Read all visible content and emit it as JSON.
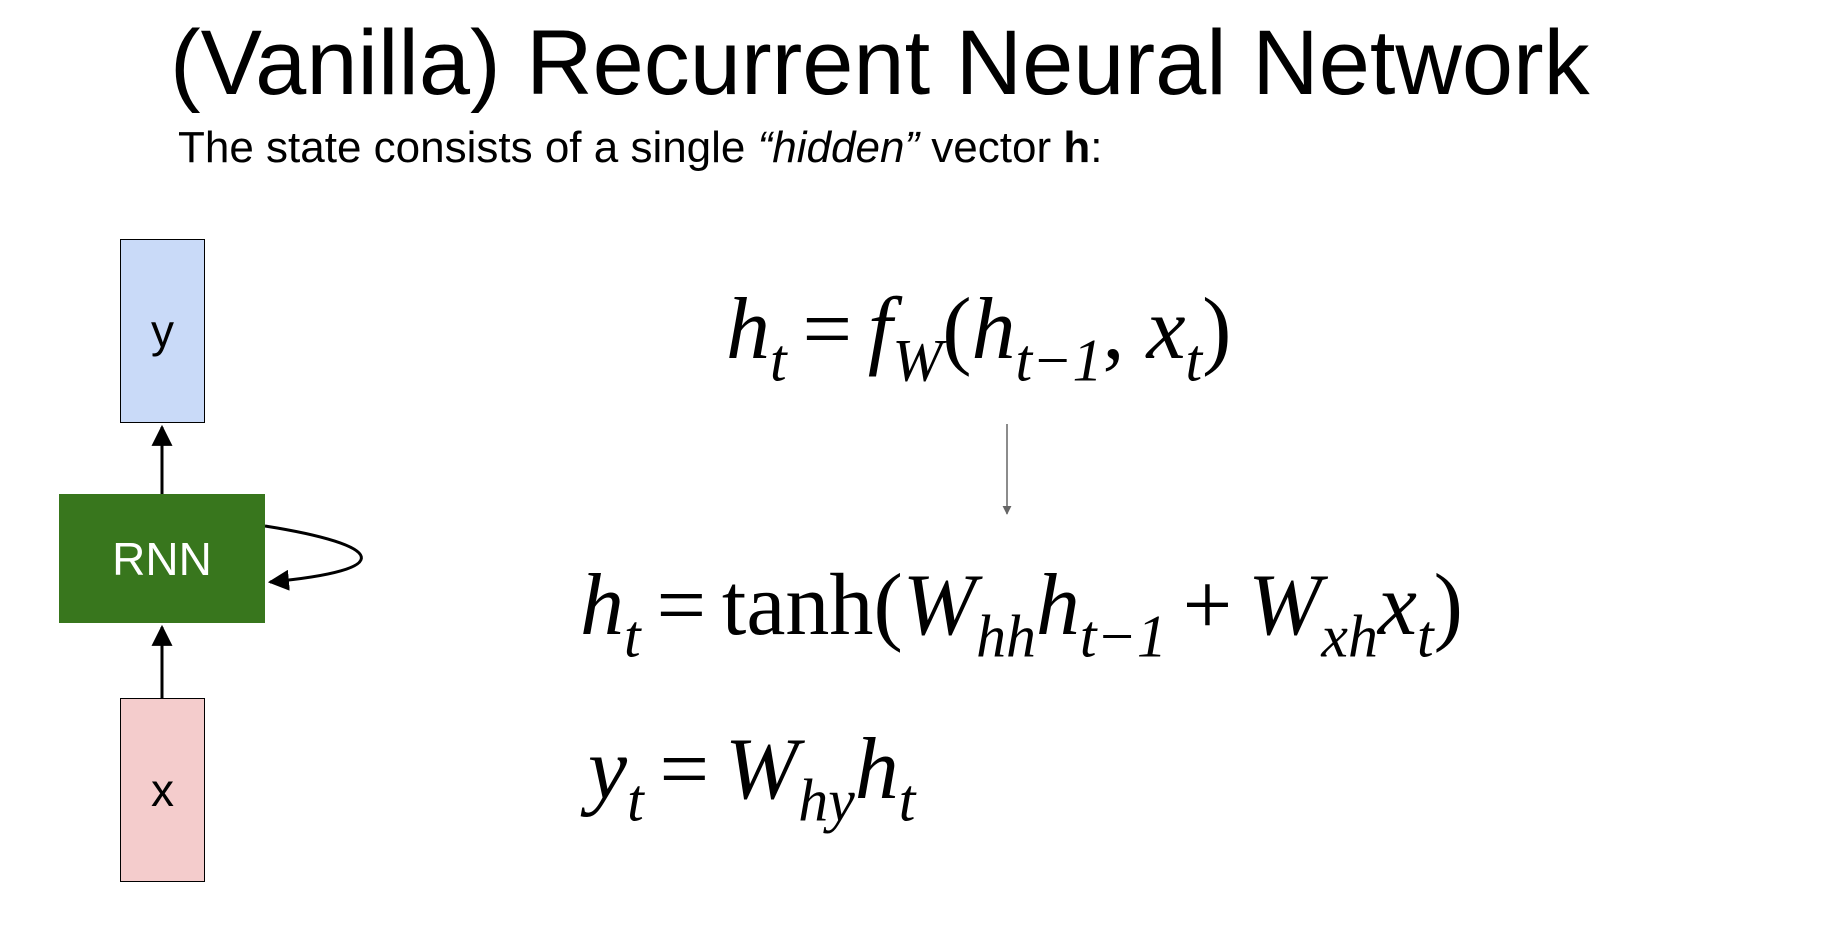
{
  "slide": {
    "title": "(Vanilla) Recurrent Neural Network",
    "subtitle": {
      "prefix": "The state consists of a single ",
      "emphasis": "“hidden”",
      "middle": " vector ",
      "bold": "h",
      "suffix": ":"
    }
  },
  "diagram": {
    "output_label": "y",
    "cell_label": "RNN",
    "input_label": "x",
    "colors": {
      "output_box": "#c9daf8",
      "cell_box": "#38761d",
      "input_box": "#f4cccc",
      "arrow": "#000000",
      "equation_arrow": "#666666"
    }
  },
  "equations": {
    "eq1": {
      "lhs": "h",
      "lhs_sub": "t",
      "eq": "=",
      "f": "f",
      "f_sub": "W",
      "open": "(",
      "h": "h",
      "h_sub": "t−1",
      "comma": ", ",
      "x": "x",
      "x_sub": "t",
      "close": ")"
    },
    "eq2": {
      "lhs": "h",
      "lhs_sub": "t",
      "eq": "=",
      "fn": "tanh",
      "open": "(",
      "w1": "W",
      "w1_sub": "hh",
      "h": "h",
      "h_sub": "t−1",
      "plus": "+",
      "w2": "W",
      "w2_sub": "xh",
      "x": "x",
      "x_sub": "t",
      "close": ")"
    },
    "eq3": {
      "lhs": "y",
      "lhs_sub": "t",
      "eq": "=",
      "w": "W",
      "w_sub": "hy",
      "h": "h",
      "h_sub": "t"
    }
  }
}
